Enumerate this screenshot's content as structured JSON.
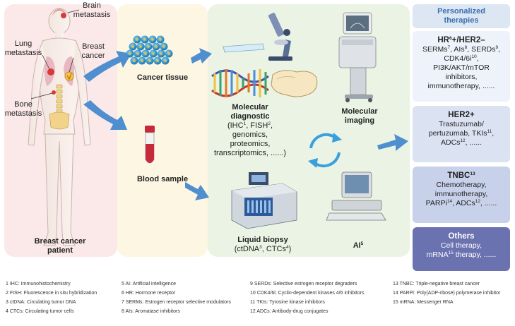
{
  "patient": {
    "brain": "Brain\nmetastasis",
    "lung": "Lung\nmetastasis",
    "breast": "Breast\ncancer",
    "bone": "Bone\nmetastasis",
    "title": "Breast cancer\npatient"
  },
  "samples": {
    "tissue": "Cancer tissue",
    "blood": "Blood sample"
  },
  "analysis": {
    "molecular_diagnostic_title": "Molecular\ndiagnostic",
    "molecular_diagnostic_lines": [
      "(IHC",
      "1",
      ", FISH",
      "2",
      ",",
      "genomics,",
      "proteomics,",
      "transcriptomics, ......)"
    ],
    "molecular_imaging": "Molecular\nimaging",
    "liquid_biopsy_title": "Liquid biopsy",
    "liquid_biopsy_paren_a": "(ctDNA",
    "liquid_biopsy_sup_a": "3",
    "liquid_biopsy_paren_b": ", CTCs",
    "liquid_biopsy_sup_b": "4",
    "liquid_biopsy_paren_c": ")",
    "ai": "AI",
    "ai_sup": "5"
  },
  "therapies": {
    "header": "Personalized\ntherapies",
    "hr": {
      "title_a": "HR",
      "title_sup": "6",
      "title_b": "+/HER2–",
      "l1a": "SERMs",
      "l1s1": "7",
      "l1b": ", AIs",
      "l1s2": "8",
      "l1c": ", SERDs",
      "l1s3": "9",
      "l1d": ",",
      "l2a": "CDK4/6i",
      "l2s": "10",
      "l2b": ",",
      "l3": "PI3K/AKT/mTOR",
      "l4": "inhibitors,",
      "l5": "immunotherapy, ......"
    },
    "her2": {
      "title": "HER2+",
      "l1": "Trastuzumab/",
      "l2a": "pertuzumab, TKIs",
      "l2s": "11",
      "l2b": ",",
      "l3a": "ADCs",
      "l3s": "12",
      "l3b": ", ......"
    },
    "tnbc": {
      "title": "TNBC",
      "title_sup": "13",
      "l1": "Chemotherapy,",
      "l2": "immunotherapy,",
      "l3a": "PARPi",
      "l3s1": "14",
      "l3b": ", ADCs",
      "l3s2": "12",
      "l3c": ", ......"
    },
    "others": {
      "title": "Others",
      "l1": "Cell therapy,",
      "l2a": "mRNA",
      "l2s": "15",
      "l2b": " therapy, ......"
    }
  },
  "footnotes": [
    "1 IHC: Immunohistochemistry",
    "2 FISH: Fluorescence in situ hybridization",
    "3 ctDNA: Circulating tumor DNA",
    "4 CTCs: Circulating tumor cells",
    "5 AI: Artificial intelligence",
    "6 HR: Hormone receptor",
    "7 SERMs: Estrogen receptor selective modulators",
    "8 AIs: Aromatase inhibitors",
    "9 SERDs: Selective estrogen receptor degraders",
    "10 CDK4/6i: Cyclin-dependent kinases 4/6 inhibitors",
    "11 TKIs: Tyrosine kinase inhibitors",
    "12 ADCs: Antibody-drug conjugates",
    "13 TNBC: Triple-negative breast cancer",
    "14 PARPi: Poly(ADP-ribose) polymerase inhibitor",
    "15 mRNA: Messenger RNA"
  ],
  "colors": {
    "arrow": "#4f8fd0",
    "patient_bg": "#fbe9ea",
    "sample_bg": "#fdf6e3",
    "analysis_bg": "#eaf3e4",
    "therapy_header": "#3a6fb0"
  },
  "icons": [
    "human-body-icon",
    "cell-cluster-icon",
    "microscope-slide-icon",
    "microscope-icon",
    "dna-helix-icon",
    "tissue-sample-icon",
    "ultrasound-machine-icon",
    "blood-tube-icon",
    "cycle-arrows-icon",
    "liquid-biopsy-analyzer-icon",
    "computer-icon"
  ]
}
